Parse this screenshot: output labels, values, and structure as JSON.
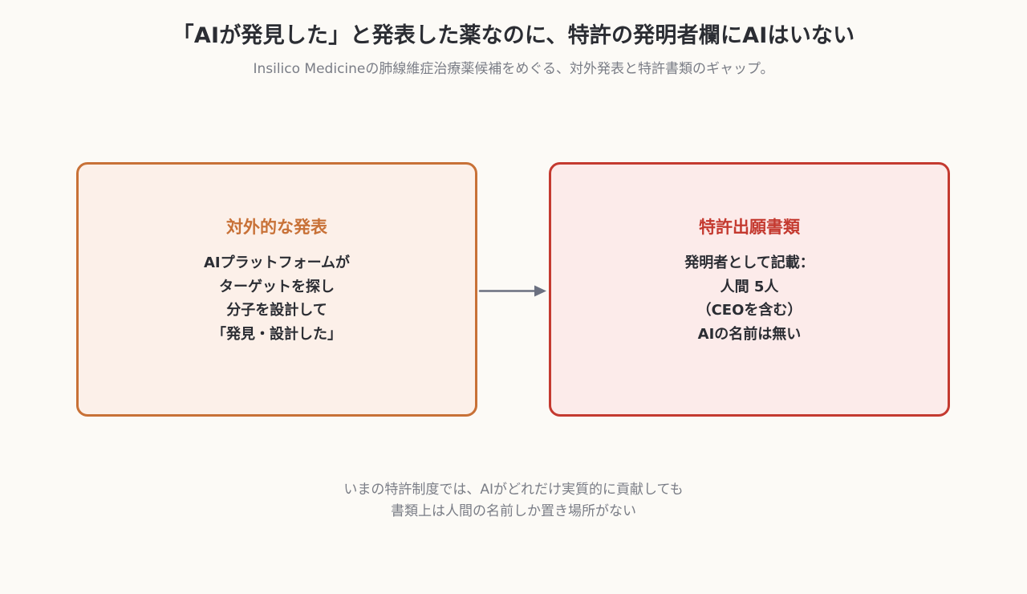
{
  "header": {
    "title": "「AIが発見した」と発表した薬なのに、特許の発明者欄にAIはいない",
    "subtitle": "Insilico Medicineの肺線維症治療薬候補をめぐる、対外発表と特許書類のギャップ。"
  },
  "left_box": {
    "title": "対外的な発表",
    "lines": [
      "AIプラットフォームが",
      "ターゲットを探し",
      "分子を設計して",
      "「発見・設計した」"
    ]
  },
  "right_box": {
    "title": "特許出願書類",
    "lines": [
      "発明者として記載：",
      "人間 5人",
      "（CEOを含む）",
      "AIの名前は無い"
    ]
  },
  "footer": {
    "lines": [
      "いまの特許制度では、AIがどれだけ実質的に貢献しても",
      "書類上は人間の名前しか置き場所がない"
    ]
  },
  "colors": {
    "left_accent": "#c87137",
    "right_accent": "#c43a30",
    "arrow": "#6b7080"
  }
}
